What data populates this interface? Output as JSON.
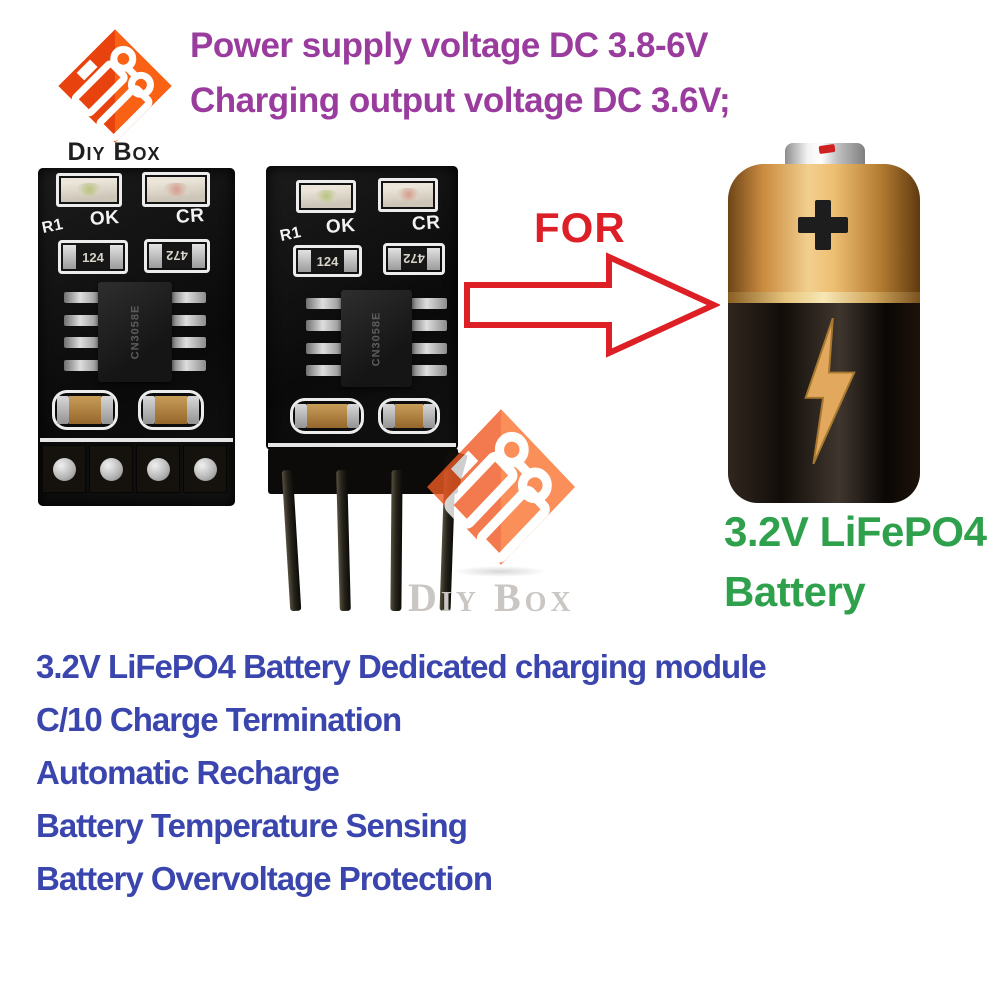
{
  "logo": {
    "text": "Diy Box"
  },
  "watermark": {
    "text": "Diy Box"
  },
  "header": {
    "line1": "Power supply voltage DC 3.8-6V",
    "line2": "Charging output voltage DC 3.6V;"
  },
  "arrow": {
    "label": "FOR"
  },
  "battery": {
    "caption_line1": "3.2V LiFePO4",
    "caption_line2": "Battery"
  },
  "board": {
    "r1_label": "R1",
    "led_ok_label": "OK",
    "led_cr_label": "CR",
    "resistor_left_value": "124",
    "resistor_right_value": "472",
    "chip_marking": "CN3058E"
  },
  "features": [
    "3.2V LiFePO4 Battery Dedicated charging module",
    "C/10 Charge Termination",
    "Automatic Recharge",
    "Battery Temperature Sensing",
    "Battery Overvoltage Protection"
  ],
  "colors": {
    "heading_purple": "#9a3c9e",
    "feature_blue": "#3a45ad",
    "battery_caption_green": "#2fa04c",
    "arrow_red": "#dd2027",
    "logo_orange": "#e8420e"
  }
}
